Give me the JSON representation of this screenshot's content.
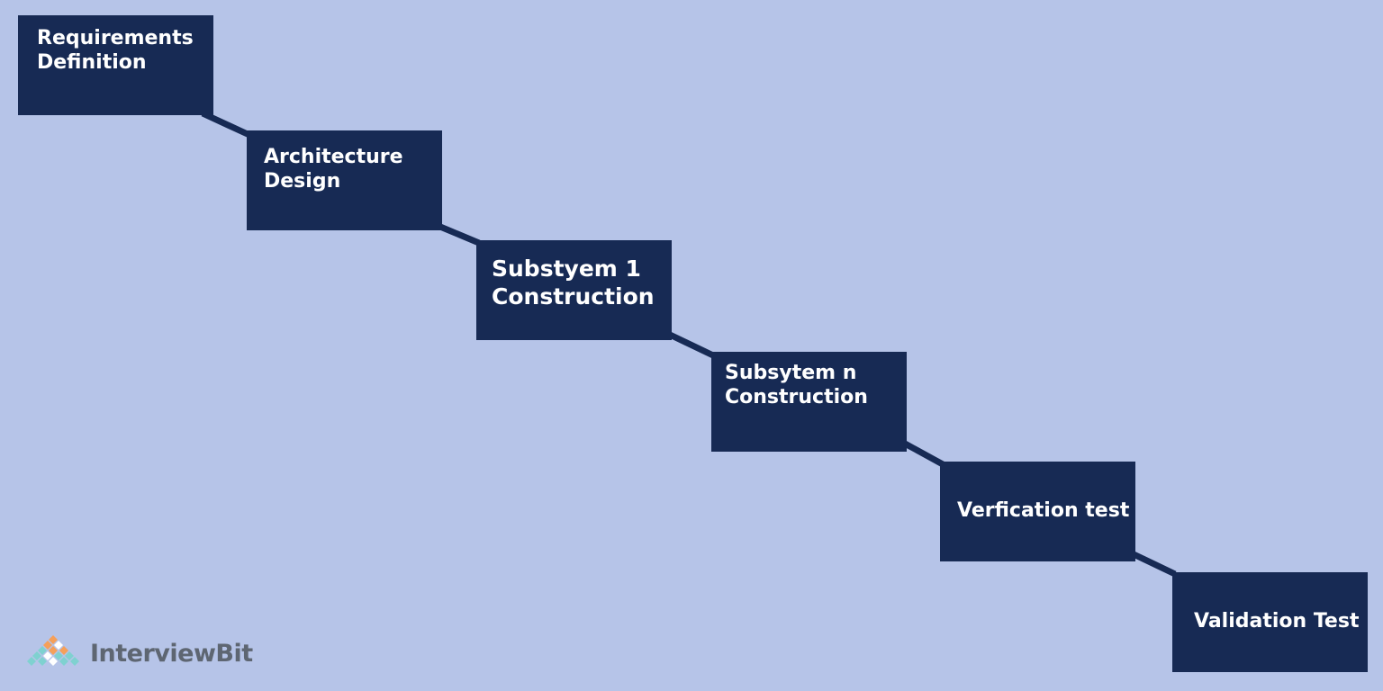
{
  "colors": {
    "background": "#b6c4e8",
    "box": "#172a54",
    "connector": "#172a54",
    "text": "#ffffff",
    "logo_text": "#5e6672",
    "logo_orange": "#f5a05a",
    "logo_teal": "#7fd1d0",
    "logo_white": "#ffffff"
  },
  "steps": [
    {
      "lines": [
        "Requirements",
        "Definition"
      ]
    },
    {
      "lines": [
        "Architecture",
        "Design"
      ]
    },
    {
      "lines": [
        "Substyem 1",
        "Construction"
      ]
    },
    {
      "lines": [
        "Subsytem n",
        "Construction"
      ]
    },
    {
      "lines": [
        "Verfication test"
      ]
    },
    {
      "lines": [
        "Validation Test"
      ]
    }
  ],
  "logo": {
    "text": "InterviewBit",
    "icon": "diamond-grid-icon"
  }
}
